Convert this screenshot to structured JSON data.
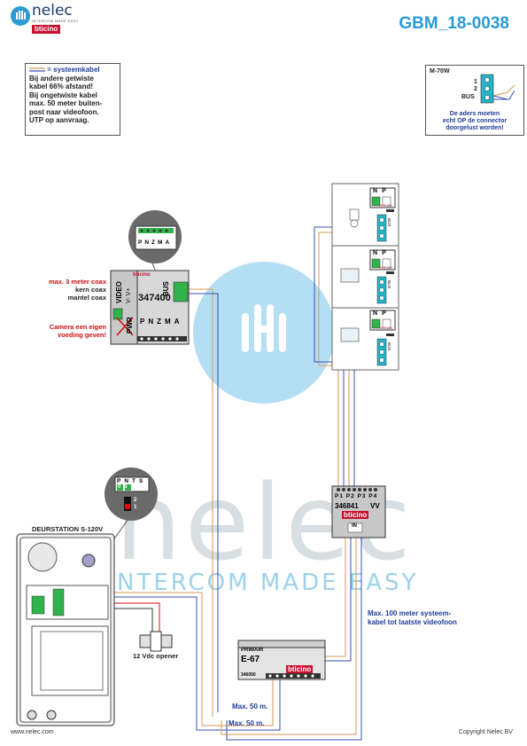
{
  "header": {
    "logo_text": "nelec",
    "logo_sub": "INTERCOM MADE EASY",
    "logo_brand": "bticino",
    "doc_code": "GBM_18-0038"
  },
  "note_left": {
    "legend": "= systeemkabel",
    "lines": [
      "Bij andere getwiste",
      "kabel 66% afstand!",
      "Bij ongetwiste kabel",
      "max. 50 meter buiten-",
      "post naar videofoon.",
      "UTP op aanvraag."
    ]
  },
  "note_right": {
    "title": "M-70W",
    "term1": "1",
    "term2": "2",
    "bus": "BUS",
    "lines": [
      "De aders moeten",
      "echt OP de connector",
      "doorgelust worden!"
    ]
  },
  "module_347400": {
    "brand": "bticino",
    "code": "347400",
    "video": "VIDEO",
    "video_pol": "V- V+",
    "bus": "BUS",
    "pwr": "PWR",
    "terms": [
      "P",
      "N",
      "Z",
      "M",
      "A"
    ],
    "zoom_terms": [
      "P",
      "N",
      "Z",
      "M",
      "A"
    ],
    "coax_lines": [
      "max. 3 meter coax",
      "kern coax",
      "mantel coax"
    ],
    "camera_lines": [
      "Camera een eigen",
      "voeding geven!"
    ]
  },
  "distributor_346841": {
    "ports": [
      "P1",
      "P2",
      "P3",
      "P4"
    ],
    "code": "346841",
    "vv": "VV",
    "brand": "bticino",
    "in": "IN"
  },
  "monitors": {
    "np": [
      "N",
      "P"
    ],
    "offon": "OFF ON",
    "bus": "BUS"
  },
  "door_station": {
    "title": "DEURSTATION S-120V",
    "zoom_terms": [
      "P",
      "N",
      "T",
      "S"
    ],
    "zoom_vals": [
      "0",
      "1"
    ],
    "switch": [
      "2",
      "1"
    ]
  },
  "opener": {
    "label": "12 Vdc opener"
  },
  "power_supply": {
    "primair": "PRIMAIR",
    "model": "E-67",
    "code": "346050",
    "brand": "bticino"
  },
  "cable_labels": {
    "max100_lines": [
      "Max. 100 meter systeem-",
      "kabel tot laatste videofoon"
    ],
    "max50a": "Max. 50 m.",
    "max50b": "Max. 50 m."
  },
  "watermark": {
    "word": "nelec",
    "tagline": "NTERCOM MADE EASY"
  },
  "footer": {
    "left": "www.nelec.com",
    "right": "Copyright Nelec BV"
  },
  "colors": {
    "accent": "#2a9bd7",
    "brand_red": "#c8102e",
    "wire_blue": "#3a4fb3",
    "wire_orange": "#d69a52",
    "label_red": "#d01010",
    "label_blue": "#1f3e9c",
    "terminal_green": "#2fb34a",
    "terminal_cyan": "#24b3c9"
  }
}
